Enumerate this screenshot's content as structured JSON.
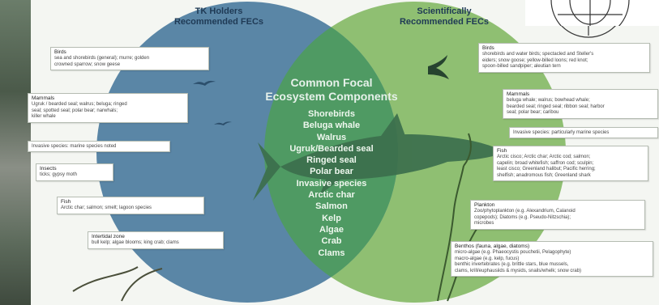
{
  "left_circle": {
    "title": "TK Holders\nRecommended FECs"
  },
  "right_circle": {
    "title": "Scientifically\nRecommended FECs"
  },
  "center": {
    "title": "Common Focal\nEcosystem Components",
    "items": [
      "Shorebirds",
      "Beluga whale",
      "Walrus",
      "Ugruk/Bearded seal",
      "Ringed seal",
      "Polar bear",
      "Invasive species",
      "Arctic char",
      "Salmon",
      "Kelp",
      "Algae",
      "Crab",
      "Clams"
    ]
  },
  "left_boxes": {
    "birds": {
      "title": "Birds",
      "body": "sea and shorebirds (general); murre; golden\ncrowned sparrow; snow geese"
    },
    "mammals": {
      "title": "Mammals",
      "body": "Ugruk / bearded seal; walrus; beluga; ringed\nseal; spotted seal; polar bear; narwhals;\nkiller whale"
    },
    "invasive": {
      "text": "Invasive species: marine species noted"
    },
    "insects": {
      "title": "Insects",
      "body": "ticks; gypsy moth"
    },
    "fish": {
      "title": "Fish",
      "body": "Arctic char; salmon; smelt; lagoon species"
    },
    "intertidal": {
      "title": "Intertidal zone",
      "body": "bull kelp; algae blooms; king crab; clams"
    }
  },
  "right_boxes": {
    "birds": {
      "title": "Birds",
      "body": "shorebirds and water birds; spectacled and Steller's\neiders; snow goose; yellow-billed loons; red knot;\nspoon-billed sandpiper; aleutian tern"
    },
    "mammals": {
      "title": "Mammals",
      "body": "beluga whale; walrus; bowhead whale;\nbearded seal; ringed seal; ribbon seal; harbor\nseal; polar bear; caribou"
    },
    "invasive": {
      "text": "Invasive species: particularly marine species"
    },
    "fish": {
      "title": "Fish",
      "body": "Arctic cisco; Arctic char; Arctic cod; salmon;\ncapelin; broad whitefish; saffron cod; sculpin;\nleast cisco; Greenland halibut; Pacific herring;\nshelfish; anadromous fish; Greenland shark"
    },
    "plankton": {
      "title": "Plankton",
      "body": "Zoo/phytoplankton (e.g. Alexandrium, Calanoid\ncopepods); Diatoms (e.g. Pseudo-Nitzschia);\nmicrobes"
    },
    "benthos": {
      "title": "Benthos (fauna, algae, diatoms)",
      "body": "micro-algae (e.g. Phaeocystis pouchetii, Pelagophyte)\nmacro-algae (e.g. kelp, fucus)\nbenthic invertebrates (e.g. brittle stars, blue mussels,\nclams, krill/euphausiids & mysids, snails/whelk; snow crab)"
    }
  },
  "colors": {
    "left_circle": "#5a86a6",
    "right_circle": "#8fbf72",
    "overlap": "#4f9a63",
    "box_border": "#b5bcb2"
  },
  "icons": [
    "bird-silhouette-icon",
    "arctic-fish-silhouette-icon",
    "kelp-icon",
    "globe-logo-icon"
  ]
}
